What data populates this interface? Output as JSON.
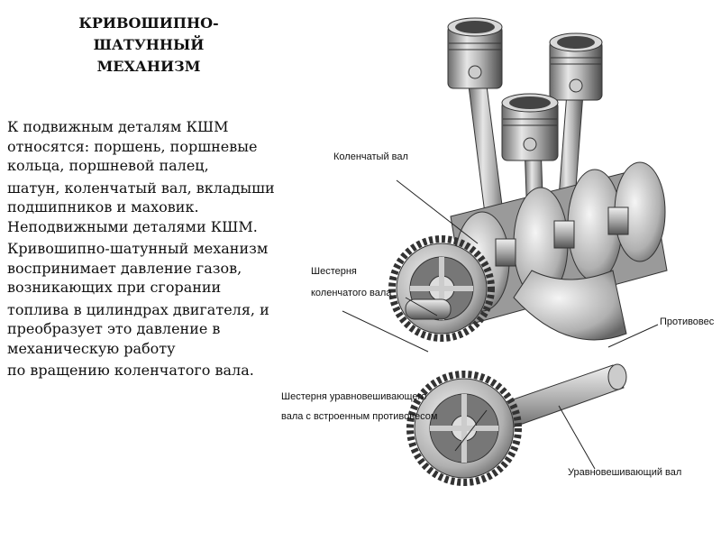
{
  "title": {
    "lines": [
      "КРИВОШИПНО-",
      "ШАТУННЫЙ",
      "МЕХАНИЗМ"
    ]
  },
  "body": {
    "paragraphs": [
      "К подвижным деталям КШМ относятся: поршень, поршневые кольца, поршневой палец,",
      "шатун, коленчатый вал, вкладыши подшипников и маховик. Неподвижными деталями КШМ.",
      "Кривошипно-шатунный механизм воспринимает давление газов, возникающих при сгорании",
      "топлива в цилиндрах двигателя, и преобразует это давление в механическую работу",
      "по вращению коленчатого вала."
    ]
  },
  "diagram": {
    "labels": {
      "crankshaft": "Коленчатый вал",
      "crank_gear_line1": "Шестерня",
      "crank_gear_line2": "коленчатого вала",
      "counterweight": "Противовес",
      "balance_gear_line1": "Шестерня уравновешивающего",
      "balance_gear_line2": "вала с встроенным противовесом",
      "balance_shaft": "Уравновешивающий вал"
    }
  }
}
